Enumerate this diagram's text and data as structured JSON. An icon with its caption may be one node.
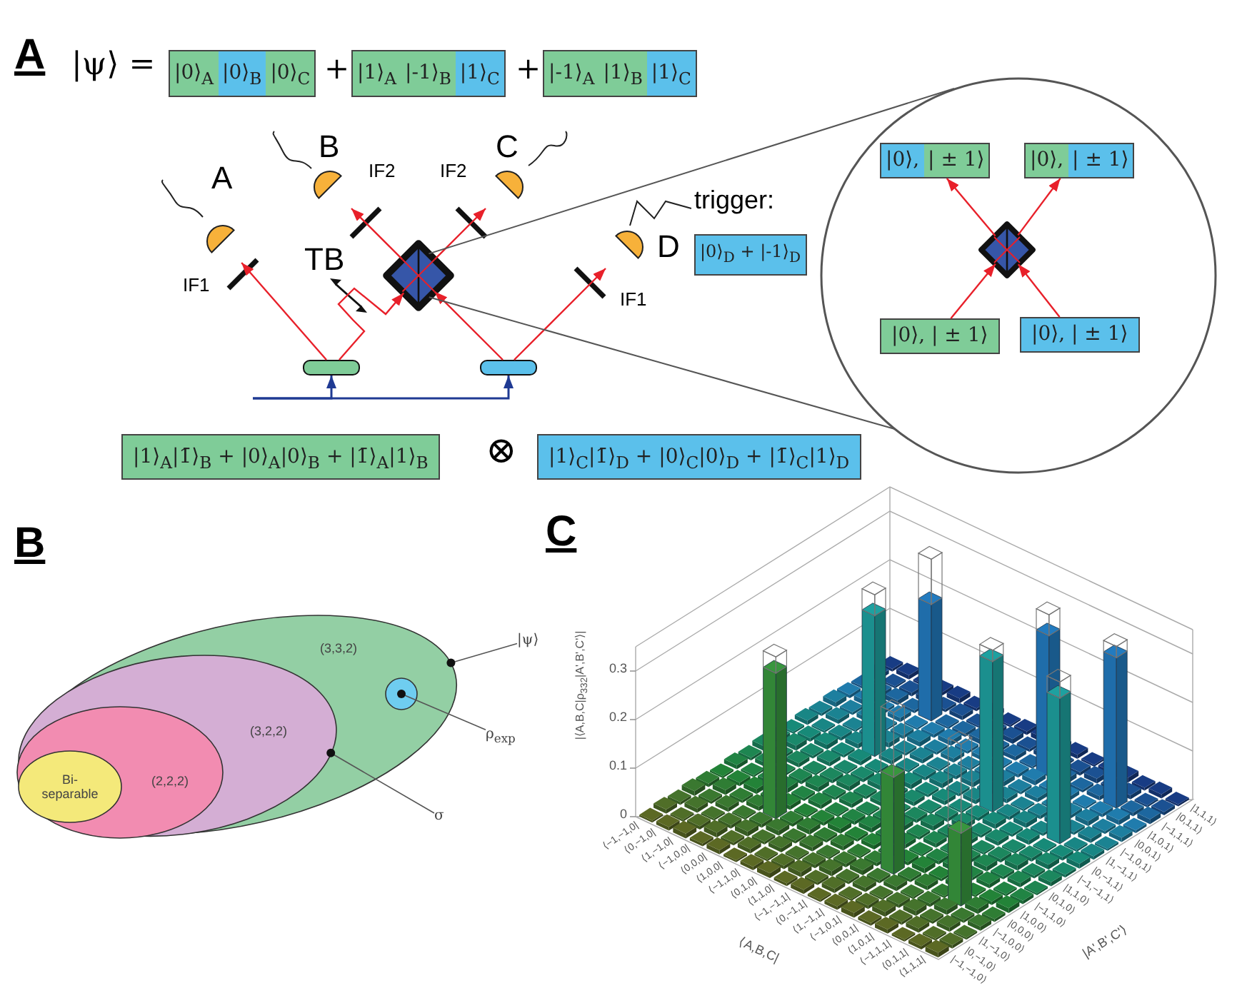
{
  "diagram": {
    "nodes": [
      {
        "text": [
          "|0⟩$_{A}$",
          "|0⟩$_{B}$",
          "|0⟩$_{C}$"
        ]
      },
      {
        "text": [
          "|1⟩$_{A}$",
          "|-1⟩$_{B}$",
          "|1⟩$_{C}$"
        ]
      },
      {
        "text": [
          "|-1⟩$_{A}$",
          "|1⟩$_{B}$",
          "|1⟩$_{C}$"
        ]
      },
      {
        "text": [
          "A"
        ],
        "beside": [
          "IF1"
        ]
      },
      {
        "text": [
          "B"
        ],
        "beside": [
          "IF2"
        ]
      },
      {
        "text": [
          "C"
        ],
        "beside": [
          "IF2"
        ]
      },
      {
        "text": [
          "D"
        ],
        "beside": [
          "IF1"
        ]
      },
      {
        "text": [],
        "shape": "diamond"
      },
      {
        "text": [],
        "shape": "box"
      },
      {
        "text": [],
        "shape": "box"
      },
      {
        "text": [
          "trigger:",
          "|0⟩$_{D}$ + |-1⟩$_{D}$"
        ]
      },
      {
        "text": [],
        "shape": "circle"
      },
      {
        "text": [
          "|0⟩,",
          "| ± 1⟩"
        ],
        "in": 11
      },
      {
        "text": [
          "|0⟩,",
          "| ± 1⟩"
        ],
        "in": 11
      },
      {
        "text": [],
        "shape": "diamond",
        "in": 11
      },
      {
        "text": [
          "|0⟩, | ± 1⟩"
        ],
        "in": 11
      },
      {
        "text": [
          "|0⟩, | ± 1⟩"
        ],
        "in": 11
      },
      {
        "text": [
          "|1⟩$_{A}$|1̄⟩$_{B}$ + |0⟩$_{A}$|0⟩$_{B}$ + |1̄⟩$_{A}$|1⟩$_{B}$"
        ]
      },
      {
        "text": [
          "|1⟩$_{C}$|1̄⟩$_{D}$ + |0⟩$_{C}$|0⟩$_{D}$ + |1̄⟩$_{C}$|1⟩$_{D}$"
        ]
      },
      {
        "text": [
          "(3,3,2)"
        ]
      },
      {
        "text": [
          "(3,2,2)"
        ],
        "in": 19
      },
      {
        "text": [
          "(2,2,2)"
        ],
        "in": 20
      },
      {
        "text": [
          "Bi- separable"
        ],
        "in": 21
      },
      {
        "text": [],
        "shape": "circle",
        "in": 19
      },
      {
        "text": [
          "|ψ⟩"
        ]
      },
      {
        "text": [
          "ρ$_{exp}$"
        ]
      },
      {
        "text": [
          "σ"
        ]
      }
    ],
    "edges": [
      {
        "from": null,
        "to": 8,
        "arrow": "to",
        "color": "#1f3a93"
      },
      {
        "from": null,
        "to": 9,
        "arrow": "to",
        "color": "#1f3a93"
      },
      {
        "from": 8,
        "to": 3,
        "arrow": "to"
      },
      {
        "from": 8,
        "to": 7,
        "arrow": "to"
      },
      {
        "from": 9,
        "to": 7,
        "arrow": "to"
      },
      {
        "from": 9,
        "to": 6,
        "arrow": "to"
      },
      {
        "from": 7,
        "to": 4,
        "arrow": "to"
      },
      {
        "from": 7,
        "to": 5,
        "arrow": "to"
      },
      {
        "from": 6,
        "to": 10,
        "arrow": "none",
        "color": "#222222"
      },
      {
        "from": 7,
        "to": 11,
        "arrow": "none",
        "color": "#555555"
      },
      {
        "from": 7,
        "to": 11,
        "arrow": "none",
        "color": "#555555"
      },
      {
        "from": 15,
        "to": 14,
        "arrow": "to"
      },
      {
        "from": 16,
        "to": 14,
        "arrow": "to"
      },
      {
        "from": 14,
        "to": 12,
        "arrow": "to"
      },
      {
        "from": 14,
        "to": 13,
        "arrow": "to"
      },
      {
        "from": 24,
        "to": 19,
        "arrow": "other",
        "color": "#555555"
      },
      {
        "from": 25,
        "to": 23,
        "arrow": "other",
        "color": "#555555"
      },
      {
        "from": 26,
        "to": 20,
        "arrow": "other",
        "color": "#555555"
      }
    ],
    "labels": [
      "A",
      "|ψ⟩ =",
      "+",
      "+",
      "TB",
      "⊗",
      "B",
      "C",
      "0.3",
      "0.2",
      "0.1",
      "0",
      "|⟨A,B,C|ρ$_{332}$|A',B',C'⟩|",
      "⟨−1,−1,0|",
      "⟨0,−1,0|",
      "⟨1,−1,0|",
      "⟨−1,0,0|",
      "⟨0,0,0|",
      "⟨1,0,0|",
      "⟨−1,1,0|",
      "⟨0,1,0|",
      "⟨1,1,0|",
      "⟨−1,−1,1|",
      "⟨0,−1,1|",
      "⟨1,−1,1|",
      "⟨−1,0,1|",
      "⟨0,0,1|",
      "⟨1,0,1|",
      "⟨−1,1,1|",
      "⟨0,1,1|",
      "⟨1,1,1|",
      "⟨A,B,C|",
      "|−1,−1,0⟩",
      "|0,−1,0⟩",
      "|1,−1,0⟩",
      "|−1,0,0⟩",
      "|0,0,0⟩",
      "|1,0,0⟩",
      "|−1,1,0⟩",
      "|0,1,0⟩",
      "|1,1,0⟩",
      "|−1,−1,1⟩",
      "|0,−1,1⟩",
      "|1,−1,1⟩",
      "|−1,0,1⟩",
      "|0,0,1⟩",
      "|1,0,1⟩",
      "|−1,1,1⟩",
      "|0,1,1⟩",
      "|1,1,1⟩",
      "|A',B',C'⟩"
    ]
  }
}
